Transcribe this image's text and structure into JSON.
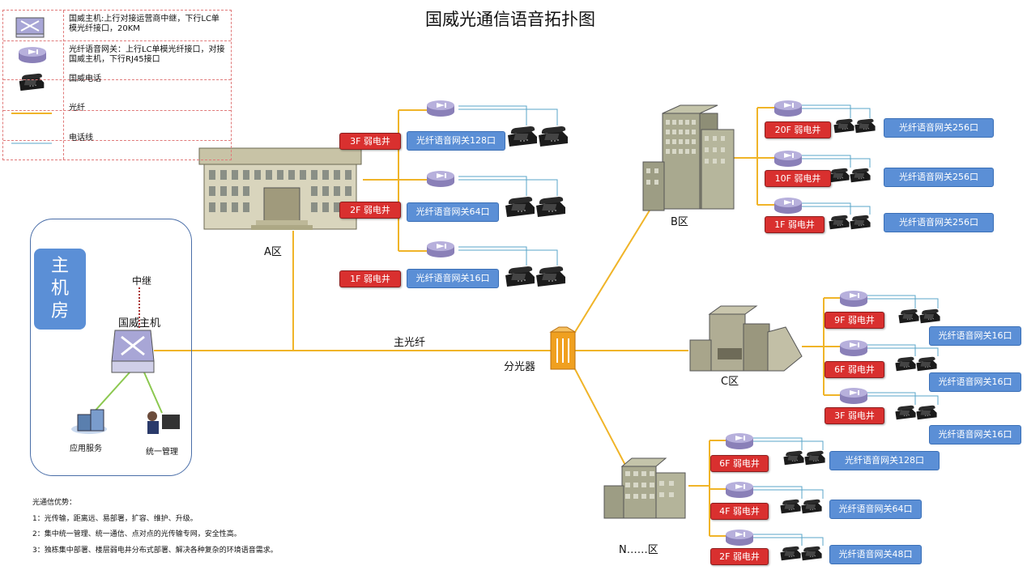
{
  "title": "国威光通信语音拓扑图",
  "legend": {
    "host": "国威主机:上行对接运营商中继，下行LC单模光纤接口，20KM",
    "gateway": "光纤语音网关：上行LC单模光纤接口，对接国威主机，下行RJ45接口",
    "phone": "国威电话",
    "fiber": "光纤",
    "phoneline": "电话线"
  },
  "colors": {
    "fiber": "#f0b428",
    "phoneline": "#5aa5c8",
    "tag": "#d9302f",
    "gateway": "#5b8fd6",
    "host_room": "#4a6ea8"
  },
  "host_room": {
    "label": "主机房",
    "trunk": "中继",
    "host": "国威主机",
    "app_service": "应用服务",
    "management": "统一管理"
  },
  "main_fiber": "主光纤",
  "splitter": "分光器",
  "zones": {
    "a": {
      "name": "A区",
      "tags": [
        "3F 弱电井",
        "2F 弱电井",
        "1F 弱电井"
      ],
      "gateways": [
        "光纤语音网关128口",
        "光纤语音网关64口",
        "光纤语音网关16口"
      ]
    },
    "b": {
      "name": "B区",
      "tags": [
        "20F 弱电井",
        "10F 弱电井",
        "1F 弱电井"
      ],
      "gateways": [
        "光纤语音网关256口",
        "光纤语音网关256口",
        "光纤语音网关256口"
      ]
    },
    "c": {
      "name": "C区",
      "tags": [
        "9F 弱电井",
        "6F 弱电井",
        "3F 弱电井"
      ],
      "gateways": [
        "光纤语音网关16口",
        "光纤语音网关16口",
        "光纤语音网关16口"
      ]
    },
    "n": {
      "name": "N……区",
      "tags": [
        "6F 弱电井",
        "4F 弱电井",
        "2F 弱电井"
      ],
      "gateways": [
        "光纤语音网关128口",
        "光纤语音网关64口",
        "光纤语音网关48口"
      ]
    }
  },
  "notes": {
    "title": "光通信优势：",
    "items": [
      "1：光传输，距离远、易部署，扩容、维护、升级。",
      "2：集中统一管理、统一通信、点对点的光传输专网，安全性高。",
      "3：独栋集中部署、楼层弱电井分布式部署、解决各种复杂的环境语音需求。"
    ]
  },
  "icons": [
    "host-switch-icon",
    "voice-gateway-icon",
    "desk-phone-icon",
    "server-icon",
    "operator-icon",
    "splitter-icon",
    "building-icon"
  ]
}
